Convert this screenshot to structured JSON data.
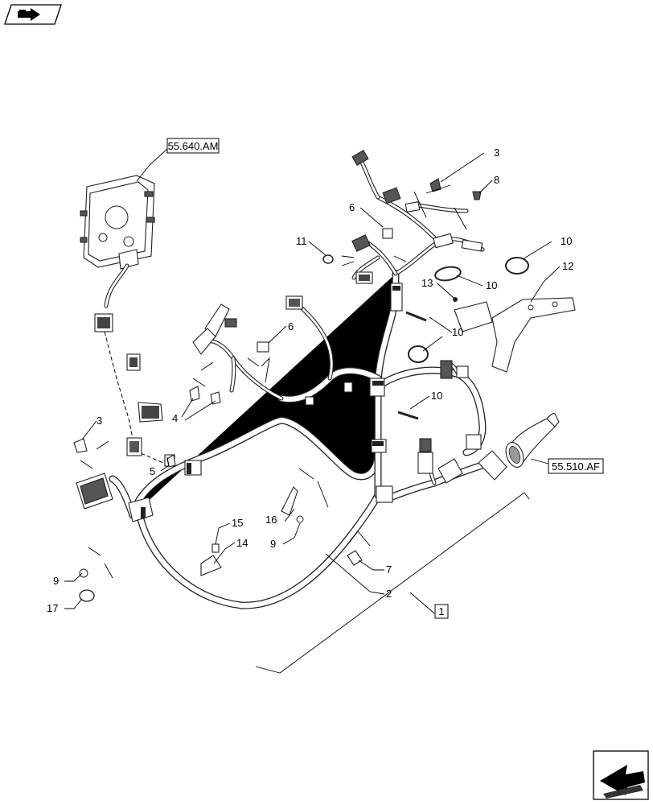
{
  "references": {
    "controller": "55.640.AM",
    "connector": "55.510.AF",
    "assembly": "1"
  },
  "callouts": [
    {
      "id": "c3a",
      "text": "3"
    },
    {
      "id": "c8",
      "text": "8"
    },
    {
      "id": "c6a",
      "text": "6"
    },
    {
      "id": "c11",
      "text": "11"
    },
    {
      "id": "c10a",
      "text": "10"
    },
    {
      "id": "c10b",
      "text": "10"
    },
    {
      "id": "c12",
      "text": "12"
    },
    {
      "id": "c13",
      "text": "13"
    },
    {
      "id": "c6b",
      "text": "6"
    },
    {
      "id": "c10c",
      "text": "10"
    },
    {
      "id": "c10d",
      "text": "10"
    },
    {
      "id": "c4",
      "text": "4"
    },
    {
      "id": "c3b",
      "text": "3"
    },
    {
      "id": "c5",
      "text": "5"
    },
    {
      "id": "c15",
      "text": "15"
    },
    {
      "id": "c14",
      "text": "14"
    },
    {
      "id": "c16",
      "text": "16"
    },
    {
      "id": "c9a",
      "text": "9"
    },
    {
      "id": "c7",
      "text": "7"
    },
    {
      "id": "c2",
      "text": "2"
    },
    {
      "id": "c9b",
      "text": "9"
    },
    {
      "id": "c17",
      "text": "17"
    }
  ],
  "icons": {
    "top_left": "page-flip-arrow-icon",
    "bottom_right": "next-page-arrow-icon"
  }
}
